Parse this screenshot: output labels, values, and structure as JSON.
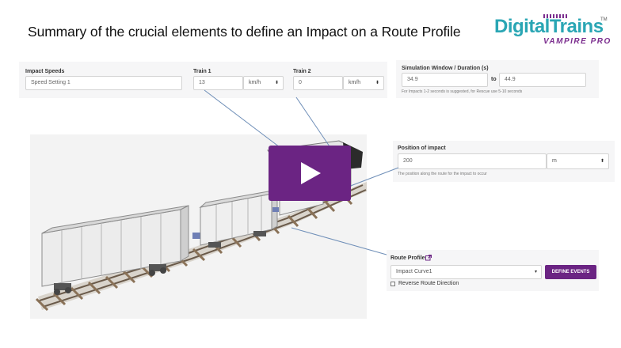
{
  "slide_title": "Summary of the crucial elements to define an Impact on a Route Profile",
  "logo": {
    "primary": "DigitalTrains",
    "tm": "TM",
    "secondary": "VAMPIRE PRO"
  },
  "impact_speeds": {
    "label": "Impact Speeds",
    "value": "Speed Setting 1"
  },
  "train1": {
    "label": "Train 1",
    "value": "13",
    "unit": "km/h"
  },
  "train2": {
    "label": "Train 2",
    "value": "0",
    "unit": "km/h"
  },
  "simulation_window": {
    "label": "Simulation Window / Duration (s)",
    "start": "34.9",
    "to_label": "to",
    "end": "44.9",
    "hint": "For Impacts 1-2 seconds is suggested, for Rescue use 5-10 seconds"
  },
  "position_of_impact": {
    "label": "Position of impact",
    "value": "200",
    "unit": "m",
    "hint": "The position along the route for the impact to occur"
  },
  "route_profile": {
    "label": "Route Profile",
    "value": "Impact Curve1",
    "define_button": "DEFINE EVENTS",
    "reverse_label": "Reverse Route Direction"
  },
  "colors": {
    "accent": "#6b2483",
    "logo_teal": "#2aa6b4",
    "connector": "#6f8fb8"
  },
  "icons": {
    "play": "play-icon",
    "external_link": "external-link-icon",
    "caret": "caret-updown-icon"
  }
}
